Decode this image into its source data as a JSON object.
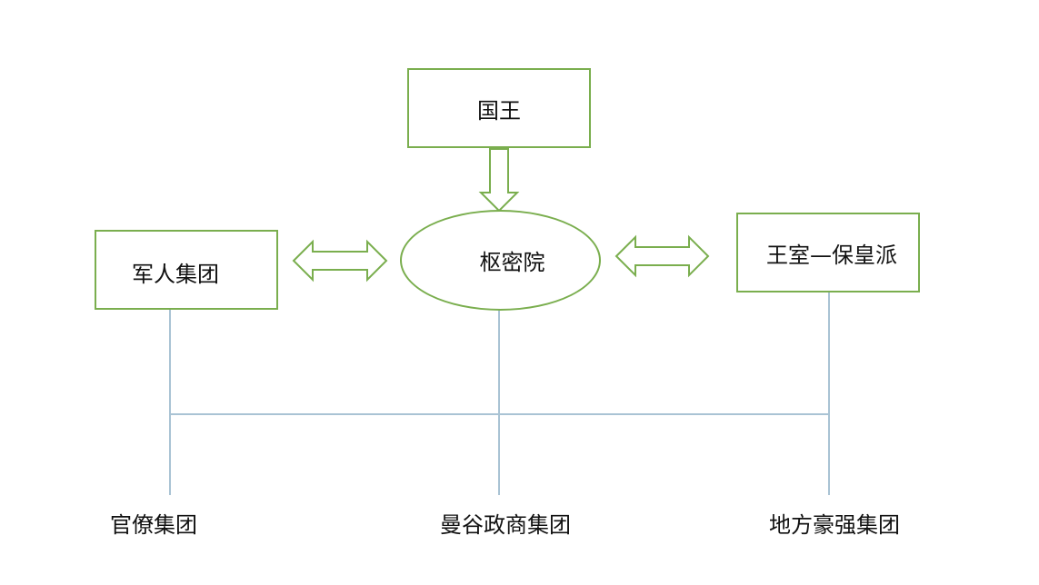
{
  "diagram": {
    "nodes": {
      "king": "国王",
      "privy_council": "枢密院",
      "military_group": "军人集团",
      "royal_faction": "王室—保皇派"
    },
    "groups": {
      "bureaucrat": "官僚集团",
      "bangkok_business": "曼谷政商集团",
      "local_elite": "地方豪强集团"
    },
    "colors": {
      "node_border": "#7aae4e",
      "connector_line": "#a9c3d4",
      "text": "#111111"
    }
  }
}
